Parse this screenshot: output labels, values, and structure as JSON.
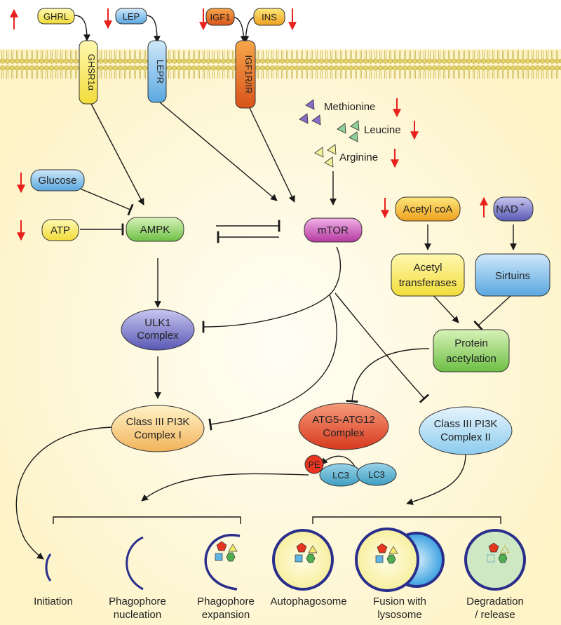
{
  "receptors": {
    "ghsr1a": "GHSR1α",
    "lepr": "LEPR",
    "igf1r": "IGF1R/IR"
  },
  "ligands": {
    "ghrl": "GHRL",
    "lep": "LEP",
    "igf1": "IGF1",
    "ins": "INS"
  },
  "amino_acids": {
    "methionine": "Methionine",
    "leucine": "Leucine",
    "arginine": "Arginine"
  },
  "nodes": {
    "glucose": "Glucose",
    "atp": "ATP",
    "ampk": "AMPK",
    "mtor": "mTOR",
    "acetyl_coa": "Acetyl coA",
    "nad": "NAD",
    "nad_sup": "+",
    "acetyl_transferases_1": "Acetyl",
    "acetyl_transferases_2": "transferases",
    "sirtuins": "Sirtuins",
    "ulk1_1": "ULK1",
    "ulk1_2": "Complex",
    "protein_acetylation_1": "Protein",
    "protein_acetylation_2": "acetylation",
    "pi3k1_1": "Class III PI3K",
    "pi3k1_2": "Complex I",
    "atg_1": "ATG5-ATG12",
    "atg_2": "Complex",
    "pi3k2_1": "Class III PI3K",
    "pi3k2_2": "Complex II",
    "pe": "PE",
    "lc3_a": "LC3",
    "lc3_b": "LC3"
  },
  "stages": {
    "initiation": "Initiation",
    "nucleation_1": "Phagophore",
    "nucleation_2": "nucleation",
    "expansion_1": "Phagophore",
    "expansion_2": "expansion",
    "autophagosome": "Autophagosome",
    "fusion_1": "Fusion with",
    "fusion_2": "lysosome",
    "degradation_1": "Degradation",
    "degradation_2": "/ release"
  },
  "colors": {
    "background": "#fdf3c6",
    "membrane_head": "#e3d36a",
    "down_arrow": "#e8211d",
    "vacuole_outline": "#2a2e8c",
    "lysosome": "#3aa0e0"
  }
}
